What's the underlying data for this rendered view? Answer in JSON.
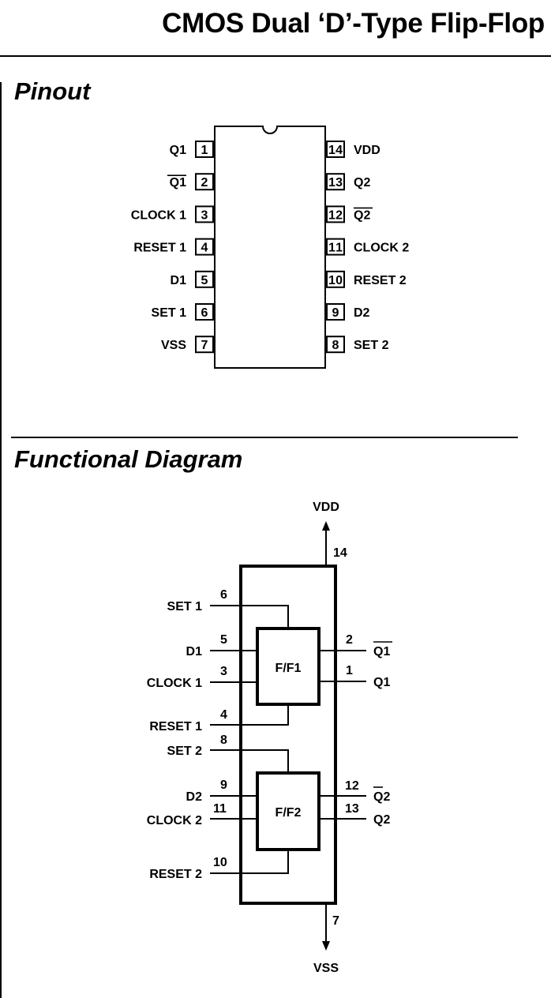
{
  "document": {
    "title": "CMOS Dual ‘D’-Type Flip-Flop",
    "pinout": {
      "heading": "Pinout",
      "left_pins": [
        {
          "num": "1",
          "label": "Q1",
          "bar": false
        },
        {
          "num": "2",
          "label": "Q1",
          "bar": true
        },
        {
          "num": "3",
          "label": "CLOCK 1",
          "bar": false
        },
        {
          "num": "4",
          "label": "RESET 1",
          "bar": false
        },
        {
          "num": "5",
          "label": "D1",
          "bar": false
        },
        {
          "num": "6",
          "label": "SET 1",
          "bar": false
        },
        {
          "num": "7",
          "label": "VSS",
          "bar": false
        }
      ],
      "right_pins": [
        {
          "num": "14",
          "label": "VDD",
          "bar": false
        },
        {
          "num": "13",
          "label": "Q2",
          "bar": false
        },
        {
          "num": "12",
          "label": "Q2",
          "bar": true
        },
        {
          "num": "11",
          "label": "CLOCK 2",
          "bar": false
        },
        {
          "num": "10",
          "label": "RESET 2",
          "bar": false
        },
        {
          "num": "9",
          "label": "D2",
          "bar": false
        },
        {
          "num": "8",
          "label": "SET 2",
          "bar": false
        }
      ]
    },
    "functional": {
      "heading": "Functional Diagram",
      "vdd": {
        "label": "VDD",
        "pin": "14"
      },
      "vss": {
        "label": "VSS",
        "pin": "7"
      },
      "ff1": {
        "label": "F/F1",
        "set": {
          "label": "SET 1",
          "pin": "6"
        },
        "d": {
          "label": "D1",
          "pin": "5"
        },
        "clock": {
          "label": "CLOCK 1",
          "pin": "3"
        },
        "reset": {
          "label": "RESET 1",
          "pin": "4"
        },
        "qbar": {
          "label": "Q1",
          "pin": "2"
        },
        "q": {
          "label": "Q1",
          "pin": "1"
        }
      },
      "ff2": {
        "label": "F/F2",
        "set": {
          "label": "SET 2",
          "pin": "8"
        },
        "d": {
          "label": "D2",
          "pin": "9"
        },
        "clock": {
          "label": "CLOCK 2",
          "pin": "11"
        },
        "reset": {
          "label": "RESET 2",
          "pin": "10"
        },
        "qbar": {
          "label": "Q2",
          "pin": "12"
        },
        "q": {
          "label": "Q2",
          "pin": "13"
        }
      }
    }
  }
}
